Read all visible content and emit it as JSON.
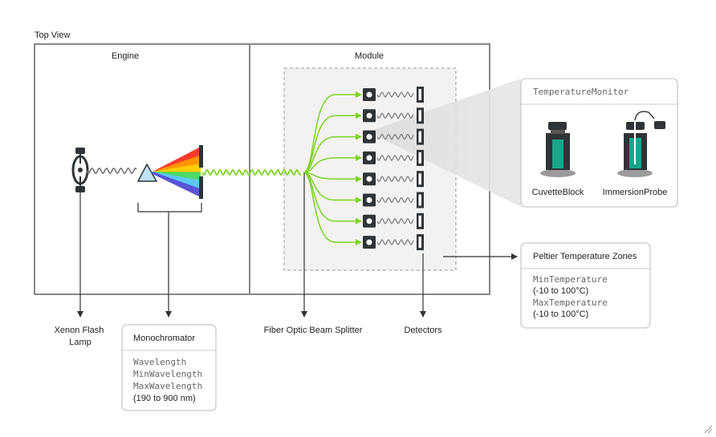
{
  "view_label": "Top View",
  "engine": {
    "title": "Engine"
  },
  "module": {
    "title": "Module"
  },
  "callouts": {
    "lamp": {
      "line1": "Xenon Flash",
      "line2": "Lamp"
    },
    "splitter": "Fiber Optic Beam Splitter",
    "detectors": "Detectors"
  },
  "monochromator": {
    "title": "Monochromator",
    "props": [
      "Wavelength",
      "MinWavelength",
      "MaxWavelength"
    ],
    "range": "(190 to 900 nm)"
  },
  "temperature_monitor": {
    "title": "TemperatureMonitor",
    "cuvette_label": "CuvetteBlock",
    "probe_label": "ImmersionProbe"
  },
  "peltier": {
    "title": "Peltier Temperature Zones",
    "min_label": "MinTemperature",
    "min_range": "(-10 to 100°C)",
    "max_label": "MaxTemperature",
    "max_range": "(-10 to 100°C)"
  },
  "channel_count": 8,
  "colors": {
    "frame": "#888888",
    "dark": "#2f3438",
    "fiber": "#7ed321",
    "teal": "#1aa58a",
    "prism": "#bfe3f2",
    "spectrum": [
      "#ff3b30",
      "#ff9500",
      "#ffcc00",
      "#4cd964",
      "#5ac8fa",
      "#5856d6"
    ]
  }
}
